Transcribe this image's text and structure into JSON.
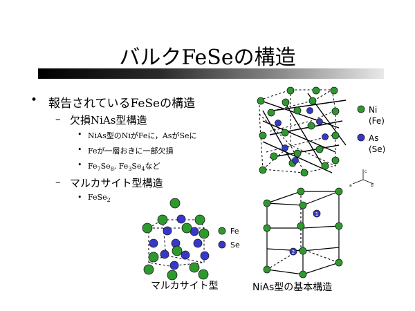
{
  "slide": {
    "title": "バルクFeSeの構造",
    "bullets": {
      "b1": "報告されているFeSeの構造",
      "b2": "欠損NiAs型構造",
      "b3": "NiAs型のNiがFeに，AsがSeに",
      "b4": "Feが一層おきに一部欠損",
      "b5_pre": "Fe",
      "b5_s1": "7",
      "b5_mid1": "Se",
      "b5_s2": "8",
      "b5_mid2": ", Fe",
      "b5_s3": "3",
      "b5_mid3": "Se",
      "b5_s4": "4",
      "b5_post": "など",
      "b6": "マルカサイト型構造",
      "b7_pre": "FeSe",
      "b7_s1": "2"
    },
    "markers": {
      "l1": "•",
      "l2": "–",
      "l3": "•"
    },
    "colors": {
      "green": "#2e9a2e",
      "blue": "#3838c8"
    },
    "legend_top": {
      "ni": "Ni",
      "fe": "(Fe)",
      "as": "As",
      "se": "(Se)"
    },
    "legend_bottom": {
      "fe": "Fe",
      "se": "Se"
    },
    "caption_marcasite": "マルカサイト型",
    "caption_nias": "NiAs型の基本構造",
    "site_labels": {
      "one": "1",
      "two": "2"
    },
    "axis_labels": {
      "c": "c",
      "a": "a",
      "b": "b"
    }
  }
}
